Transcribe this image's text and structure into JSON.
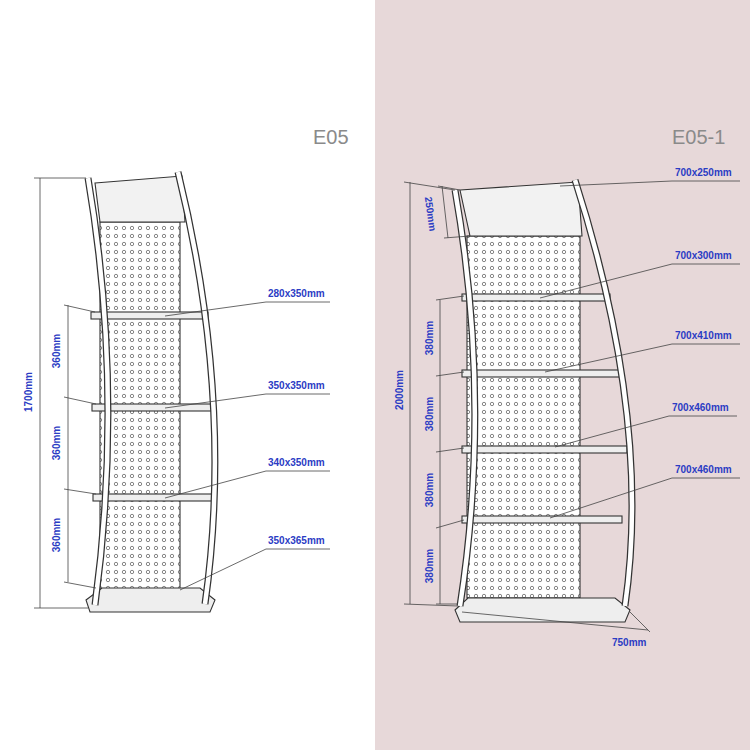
{
  "diagram": {
    "labels": [
      "E05",
      "280x350mm",
      "350x350mm",
      "340x350mm",
      "350x365mm",
      "1700mm",
      "360mm",
      "360mm",
      "360mm",
      "E05-1",
      "700x250mm",
      "250mm",
      "700x300mm",
      "700x410mm",
      "700x460mm",
      "700x460mm",
      "2000mm",
      "380mm",
      "380mm",
      "380mm",
      "380mm",
      "750mm"
    ]
  }
}
